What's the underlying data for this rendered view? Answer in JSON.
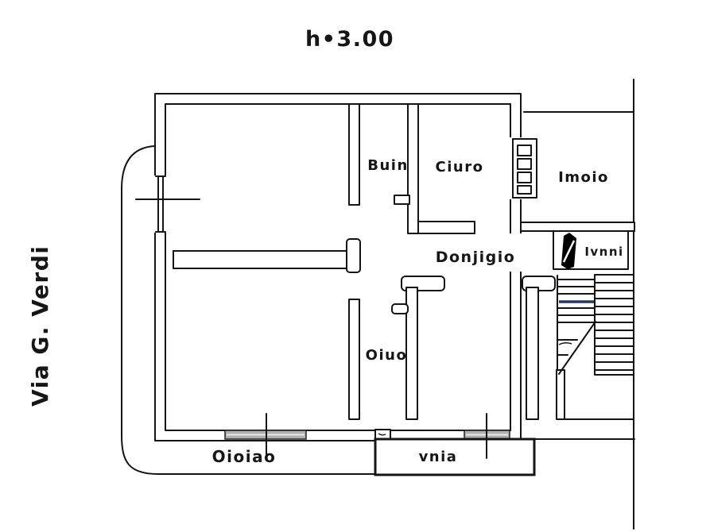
{
  "annotations": {
    "height_note": "h•3.00",
    "street_name": "Via G. Verdi"
  },
  "rooms": {
    "top_bath": "Buin",
    "kitchen": "Ciuro",
    "balcony_top_right": "Imoio",
    "hall": "Donjigio",
    "lift": "Ivnni",
    "lower_bath": "Oiuo",
    "balcony_bottom": "Oioiao",
    "veranda": "vnia"
  },
  "colors": {
    "ink": "#141414",
    "window_fill": "#b0b0b0",
    "stair_accent_step": "#1e3a5f",
    "background": "#ffffff"
  }
}
